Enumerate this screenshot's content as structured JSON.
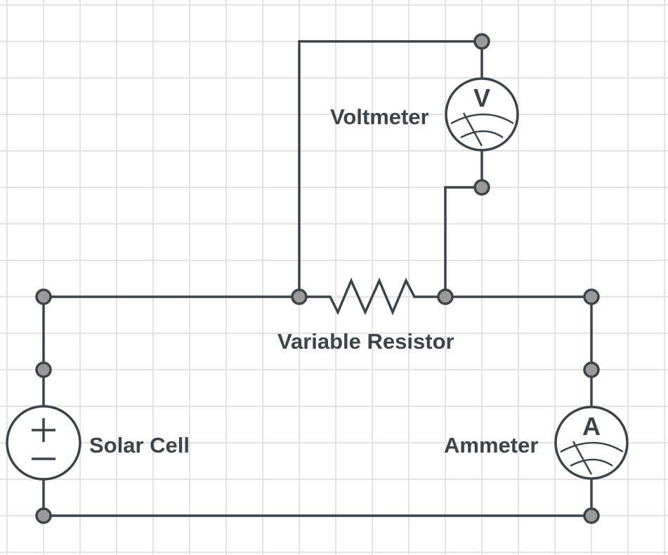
{
  "diagram": {
    "title": "Solar cell circuit",
    "colors": {
      "wire": "#3b4448",
      "node_fill": "#9a9a9a",
      "grid": "#e3e3e3",
      "background": "#ffffff"
    },
    "components": {
      "voltmeter": {
        "label": "Voltmeter",
        "symbol_letter": "V",
        "icon": "voltmeter-icon"
      },
      "variable_resistor": {
        "label": "Variable Resistor",
        "icon": "resistor-icon"
      },
      "solar_cell": {
        "label": "Solar Cell",
        "plus": "+",
        "minus": "−",
        "icon": "dc-source-icon"
      },
      "ammeter": {
        "label": "Ammeter",
        "symbol_letter": "A",
        "icon": "ammeter-icon"
      }
    }
  }
}
